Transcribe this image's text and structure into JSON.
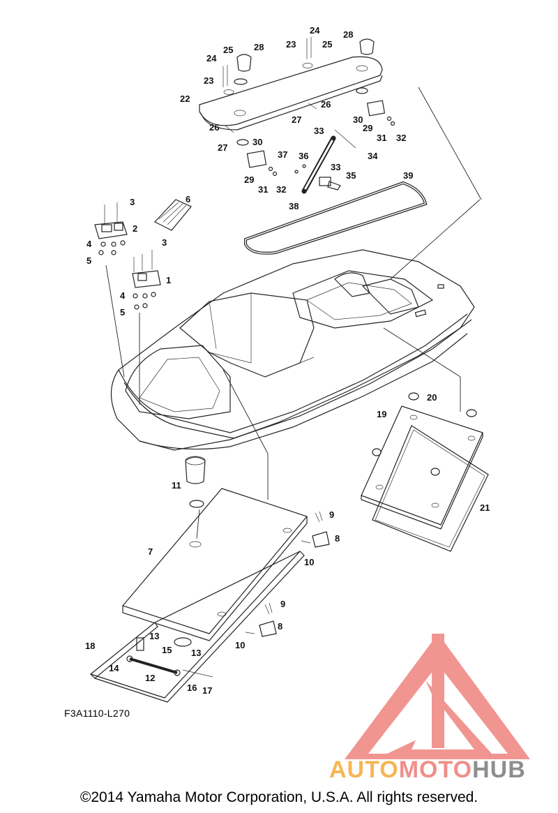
{
  "diagram": {
    "code": "F3A1110-L270",
    "copyright": "©2014 Yamaha Motor Corporation, U.S.A. All rights reserved.",
    "watermark": {
      "part1": "AUTO",
      "part2": "MOTO",
      "part3": "HUB",
      "colors": {
        "auto": "#f6b554",
        "moto": "#ef8f8a",
        "hub": "#8e8e8e",
        "logo": "#f08a86"
      }
    },
    "callouts": {
      "c1": "1",
      "c2": "2",
      "c3a": "3",
      "c3b": "3",
      "c4a": "4",
      "c4b": "4",
      "c5a": "5",
      "c5b": "5",
      "c6": "6",
      "c7": "7",
      "c8a": "8",
      "c8b": "8",
      "c9a": "9",
      "c9b": "9",
      "c10a": "10",
      "c10b": "10",
      "c11": "11",
      "c12": "12",
      "c13a": "13",
      "c13b": "13",
      "c14": "14",
      "c15": "15",
      "c16": "16",
      "c17": "17",
      "c18": "18",
      "c19": "19",
      "c20": "20",
      "c21": "21",
      "c22": "22",
      "c23a": "23",
      "c23b": "23",
      "c24a": "24",
      "c24b": "24",
      "c25a": "25",
      "c25b": "25",
      "c26a": "26",
      "c26b": "26",
      "c27a": "27",
      "c27b": "27",
      "c28a": "28",
      "c28b": "28",
      "c29a": "29",
      "c29b": "29",
      "c30a": "30",
      "c30b": "30",
      "c31a": "31",
      "c31b": "31",
      "c32a": "32",
      "c32b": "32",
      "c33a": "33",
      "c33b": "33",
      "c34": "34",
      "c35": "35",
      "c36": "36",
      "c37": "37",
      "c38": "38",
      "c39": "39"
    }
  }
}
